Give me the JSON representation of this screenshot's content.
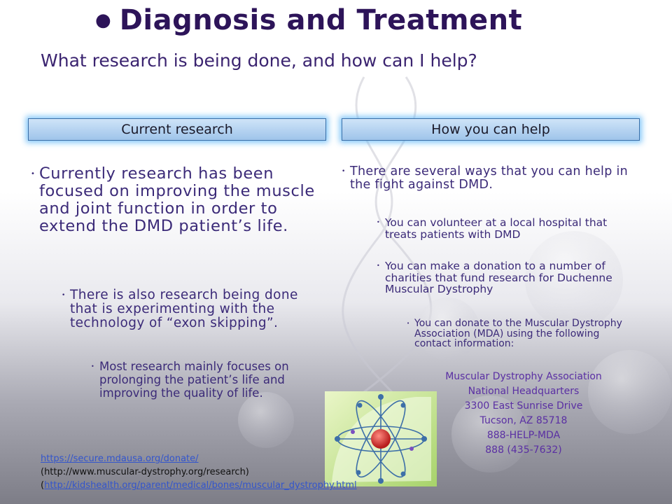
{
  "slide": {
    "title": "Diagnosis and Treatment",
    "subtitle": "What research is being done, and how can I help?"
  },
  "left": {
    "header": "Current research",
    "bullet1": "Currently research has been focused on improving the muscle and joint function in order to extend the DMD patient’s life.",
    "bullet2": "There is also research being done that is experimenting with the technology of “exon skipping”.",
    "bullet3": "Most research mainly focuses on prolonging the patient’s life and improving the quality of life."
  },
  "right": {
    "header": "How you can help",
    "bullet1": "There are several ways that you can help in the fight against DMD.",
    "bullet2a": "You can volunteer at a local hospital that treats patients with DMD",
    "bullet2b": "You can make a donation to a number of charities that fund research for Duchenne Muscular Dystrophy",
    "bullet3": "You can donate to the Muscular Dystrophy Association (MDA) using the following contact information:"
  },
  "contact": {
    "line1": "Muscular Dystrophy Association",
    "line2": "National Headquarters",
    "line3": "3300 East Sunrise Drive",
    "line4": "Tucson, AZ 85718",
    "line5": "888-HELP-MDA",
    "line6": "888 (435-7632)"
  },
  "references": {
    "link1": "https://secure.mdausa.org/donate/",
    "line2": "(http://www.muscular-dystrophy.org/research)",
    "line3_open": "(",
    "link3": "http://kidshealth.org/parent/medical/bones/muscular_dystrophy.html"
  },
  "colors": {
    "title": "#2d1459",
    "body_text": "#3b2a78",
    "contact_text": "#5a2fa3",
    "header_fill": "#9fc4ea",
    "header_glow": "#5ab4f5",
    "link": "#3355cc"
  },
  "icons": {
    "image": "atom-illustration",
    "background": "dna-helix-watermark"
  }
}
